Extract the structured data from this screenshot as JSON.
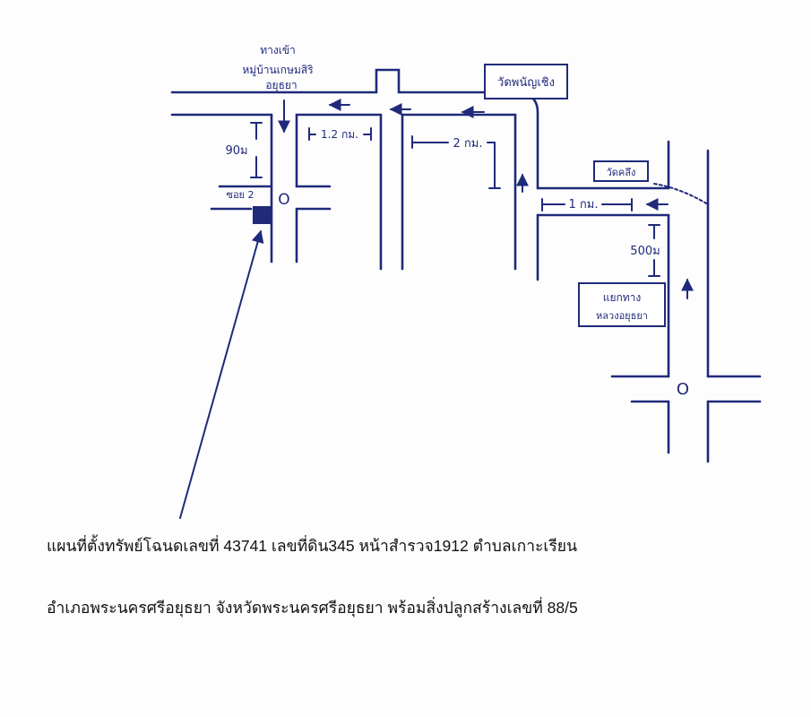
{
  "map": {
    "labels": {
      "entrance_line1": "ทางเข้า",
      "entrance_line2": "หมู่บ้านเกษมสิริ",
      "entrance_line3": "อยุธยา",
      "temple_1": "วัดพนัญเชิง",
      "temple_2": "วัดคลึง",
      "intersection": "แยกทาง",
      "intersection_line2": "หลวงอยุธยา",
      "soi": "ซอย 2"
    },
    "distances": {
      "d_90m": "90ม",
      "d_1_2km": "1.2 กม.",
      "d_2km": "2 กม.",
      "d_1km": "1 กม.",
      "d_500m": "500ม"
    },
    "symbols": {
      "circle_marker": "O",
      "property_marker": "filled-square",
      "pointer": "arrow-line"
    }
  },
  "caption": {
    "line1": "แผนที่ตั้งทรัพย์โฉนดเลขที่ 43741 เลขที่ดิน345 หน้าสำรวจ1912 ตำบลเกาะเรียน",
    "line2": "อำเภอพระนครศรีอยุธยา จังหวัดพระนครศรีอยุธยา พร้อมสิ่งปลูกสร้างเลขที่ 88/5"
  },
  "colors": {
    "ink": "#1f2a7a",
    "caption_text": "#111111",
    "paper": "#fdfdfd"
  }
}
